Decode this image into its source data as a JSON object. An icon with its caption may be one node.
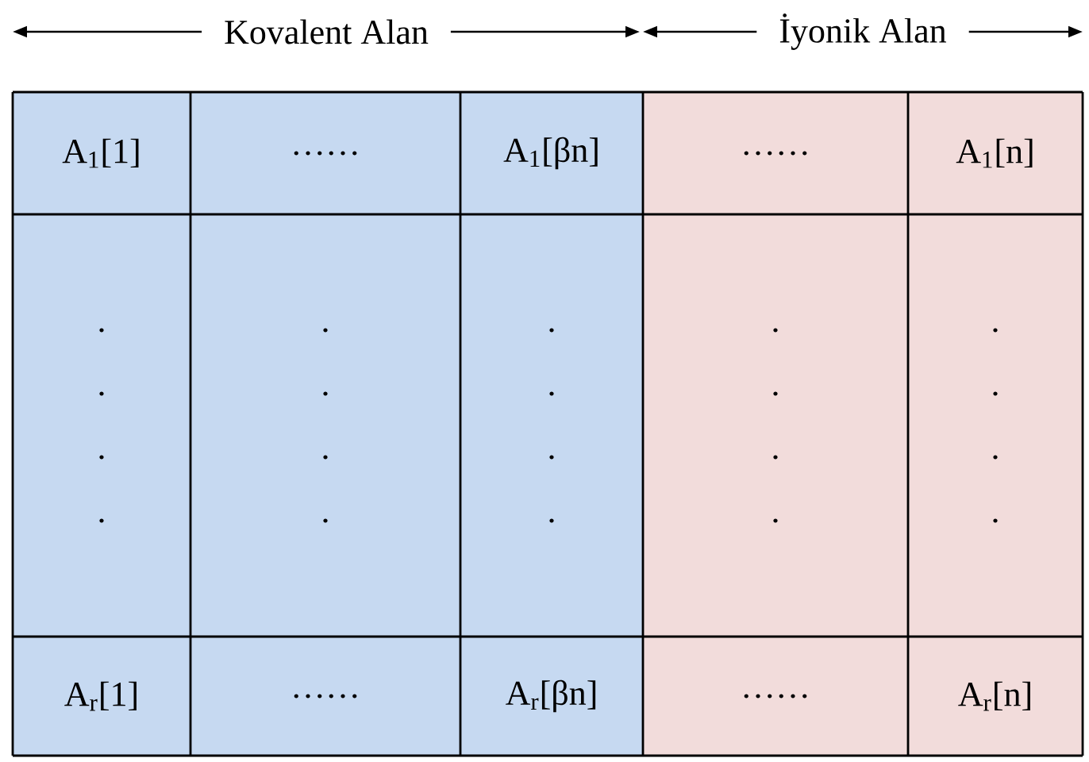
{
  "diagram": {
    "labels": [
      "Kovalent Alan",
      "İyonik Alan",
      "A$_{1}$[1]",
      "……",
      "A$_{1}$[βn]",
      "……",
      "A$_{1}$[n]",
      ". . . .",
      ". . . .",
      ". . . .",
      ". . . .",
      ". . . .",
      "A$_{r}$[1]",
      "……",
      "A$_{r}$[βn]",
      "……",
      "A$_{r}$[n]"
    ]
  }
}
